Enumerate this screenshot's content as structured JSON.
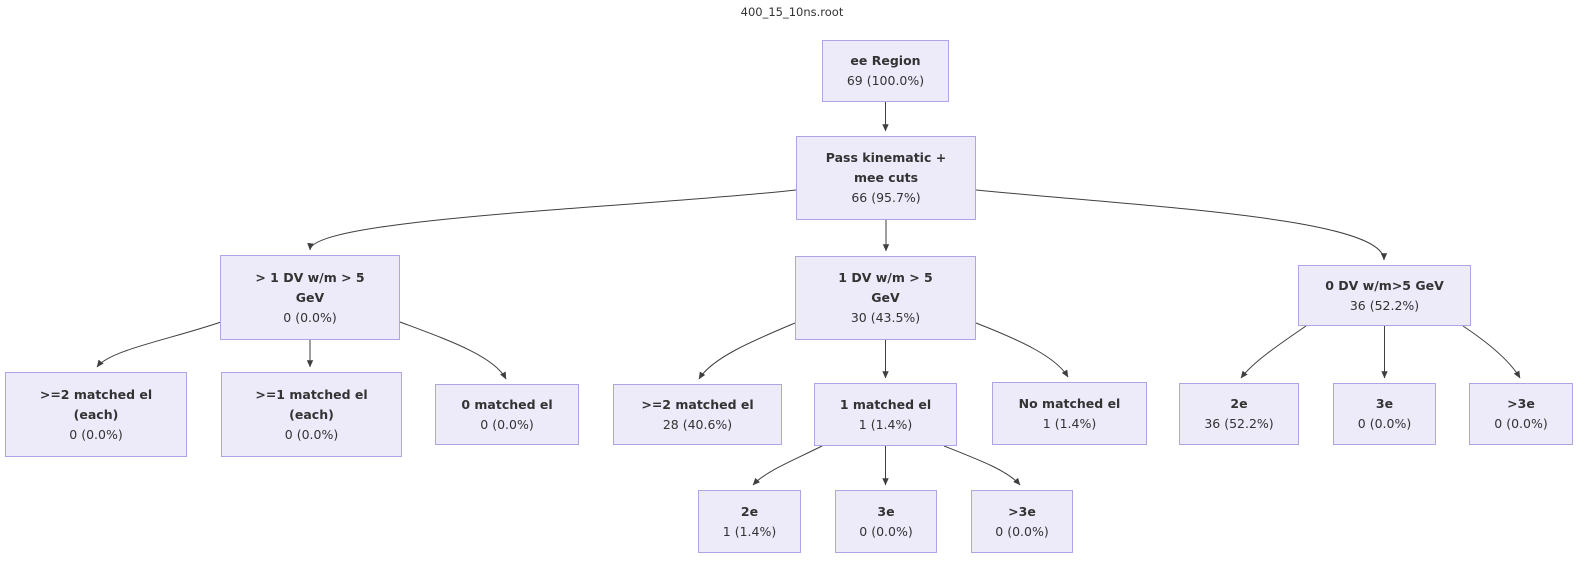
{
  "title": "400_15_10ns.root",
  "colors": {
    "node_fill": "#edeafa",
    "node_border": "#b2a3e6",
    "edge": "#3f3f3f",
    "text": "#333333"
  },
  "nodes": [
    {
      "id": "ee-region",
      "label": "ee Region",
      "count": "69 (100.0%)"
    },
    {
      "id": "pass-kinematic",
      "label": "Pass kinematic +\nmee cuts",
      "count": "66 (95.7%)"
    },
    {
      "id": "gt1-dv",
      "label": "> 1 DV w/m > 5\nGeV",
      "count": "0 (0.0%)"
    },
    {
      "id": "one-dv",
      "label": "1 DV w/m > 5\nGeV",
      "count": "30 (43.5%)"
    },
    {
      "id": "zero-dv",
      "label": "0 DV w/m>5 GeV",
      "count": "36 (52.2%)"
    },
    {
      "id": "ge2-matched-each",
      "label": ">=2 matched el\n(each)",
      "count": "0 (0.0%)"
    },
    {
      "id": "ge1-matched-each",
      "label": ">=1 matched el\n(each)",
      "count": "0 (0.0%)"
    },
    {
      "id": "zero-matched",
      "label": "0 matched el",
      "count": "0 (0.0%)"
    },
    {
      "id": "ge2-matched",
      "label": ">=2 matched el",
      "count": "28 (40.6%)"
    },
    {
      "id": "one-matched",
      "label": "1 matched el",
      "count": "1 (1.4%)"
    },
    {
      "id": "no-matched",
      "label": "No matched el",
      "count": "1 (1.4%)"
    },
    {
      "id": "dv0-2e",
      "label": "2e",
      "count": "36 (52.2%)"
    },
    {
      "id": "dv0-3e",
      "label": "3e",
      "count": "0 (0.0%)"
    },
    {
      "id": "dv0-gt3e",
      "label": ">3e",
      "count": "0 (0.0%)"
    },
    {
      "id": "m1-2e",
      "label": "2e",
      "count": "1 (1.4%)"
    },
    {
      "id": "m1-3e",
      "label": "3e",
      "count": "0 (0.0%)"
    },
    {
      "id": "m1-gt3e",
      "label": ">3e",
      "count": "0 (0.0%)"
    }
  ]
}
